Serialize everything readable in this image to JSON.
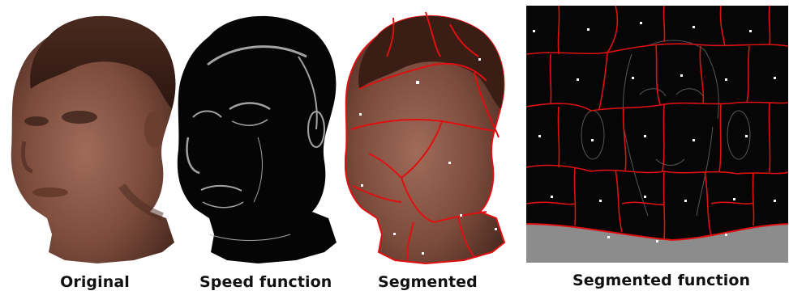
{
  "figure": {
    "panels": [
      {
        "id": "original",
        "caption": "Original"
      },
      {
        "id": "speed",
        "caption": "Speed function"
      },
      {
        "id": "segmented",
        "caption": "Segmented"
      },
      {
        "id": "segmented-function",
        "caption": "Segmented function"
      }
    ]
  },
  "colors": {
    "background": "#ffffff",
    "skin_dark": "#3a2219",
    "skin_mid": "#8a5a4a",
    "hair": "#3a1e16",
    "speed_background": "#050505",
    "speed_edges": "#bfbfbf",
    "boundary_red": "#e01010",
    "seed_point": "#ffffff",
    "map_background": "#060606",
    "map_bottom_gray": "#8c8c8c"
  }
}
